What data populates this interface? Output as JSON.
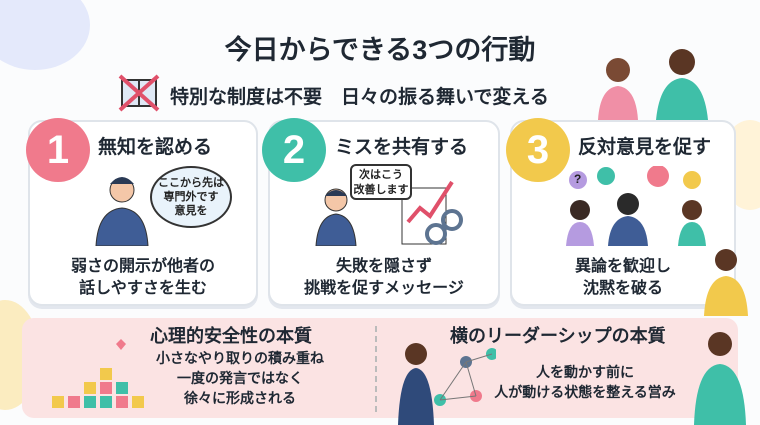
{
  "title": "今日からできる3つの行動",
  "subtitle": "特別な制度は不要　日々の振る舞いで変える",
  "colors": {
    "card1": "#f07a8c",
    "card2": "#3fbfa8",
    "card3": "#f2c94c",
    "panel": "#fbe3e3",
    "text": "#1f2833"
  },
  "cards": [
    {
      "number": "1",
      "title": "無知を認める",
      "bubble": "ここから先は\n専門外です\n意見を",
      "body_line1": "弱さの開示が他者の",
      "body_line2": "話しやすさを生む"
    },
    {
      "number": "2",
      "title": "ミスを共有する",
      "bubble": "次はこう\n改善します",
      "body_line1": "失敗を隠さず",
      "body_line2": "挑戦を促すメッセージ"
    },
    {
      "number": "3",
      "title": "反対意見を促す",
      "bubble": "?",
      "body_line1": "異論を歓迎し",
      "body_line2": "沈黙を破る"
    }
  ],
  "panel": {
    "left": {
      "title": "心理的安全性の本質",
      "line1": "小さなやり取りの積み重ね",
      "line2": "一度の発言ではなく",
      "line3": "徐々に形成される"
    },
    "right": {
      "title": "横のリーダーシップの本質",
      "line1": "人を動かす前に",
      "line2": "人が動ける状態を整える営み"
    }
  }
}
